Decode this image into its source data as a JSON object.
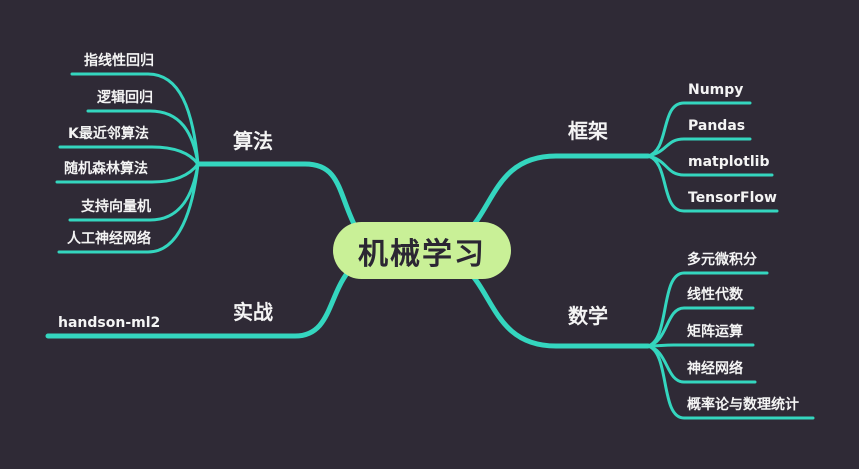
{
  "theme": {
    "background": "#2f2a36",
    "line_color": "#34d6bf",
    "root_fill": "#c9f097",
    "root_text": "#2b2633",
    "text_color": "#f4f4f4"
  },
  "root": {
    "label": "机械学习"
  },
  "branches": [
    {
      "id": "algorithms",
      "label": "算法",
      "children": [
        "指线性回归",
        "逻辑回归",
        "K最近邻算法",
        "随机森林算法",
        "支持向量机",
        "人工神经网络"
      ]
    },
    {
      "id": "practice",
      "label": "实战",
      "children": [
        "handson-ml2"
      ]
    },
    {
      "id": "frameworks",
      "label": "框架",
      "children": [
        "Numpy",
        "Pandas",
        "matplotlib",
        "TensorFlow"
      ]
    },
    {
      "id": "math",
      "label": "数学",
      "children": [
        "多元微积分",
        "线性代数",
        "矩阵运算",
        "神经网络",
        "概率论与数理统计"
      ]
    }
  ]
}
